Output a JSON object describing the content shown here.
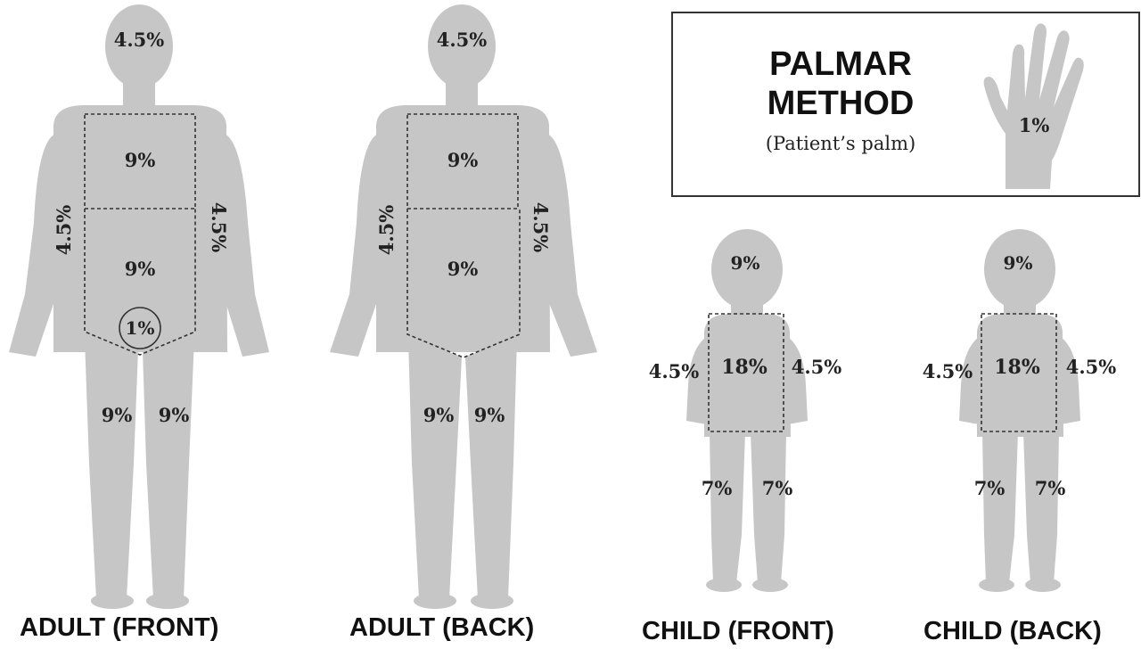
{
  "figures": {
    "adult_front": {
      "caption": "ADULT (FRONT)",
      "head": "4.5%",
      "chest": "9%",
      "abdomen": "9%",
      "perineum": "1%",
      "arm_left": "4.5%",
      "arm_right": "4.5%",
      "leg_left": "9%",
      "leg_right": "9%"
    },
    "adult_back": {
      "caption": "ADULT (BACK)",
      "head": "4.5%",
      "upper_back": "9%",
      "lower_back": "9%",
      "arm_left": "4.5%",
      "arm_right": "4.5%",
      "leg_left": "9%",
      "leg_right": "9%"
    },
    "child_front": {
      "caption": "CHILD (FRONT)",
      "head": "9%",
      "torso": "18%",
      "arm_left": "4.5%",
      "arm_right": "4.5%",
      "leg_left": "7%",
      "leg_right": "7%"
    },
    "child_back": {
      "caption": "CHILD (BACK)",
      "head": "9%",
      "torso": "18%",
      "arm_left": "4.5%",
      "arm_right": "4.5%",
      "leg_left": "7%",
      "leg_right": "7%"
    }
  },
  "palmar": {
    "title_line1": "PALMAR",
    "title_line2": "METHOD",
    "subtitle": "(Patient’s palm)",
    "palm_value": "1%"
  },
  "colors": {
    "silhouette": "#c6c6c6",
    "dashed_outline": "#333333",
    "text": "#222222",
    "box_border": "#333333"
  }
}
